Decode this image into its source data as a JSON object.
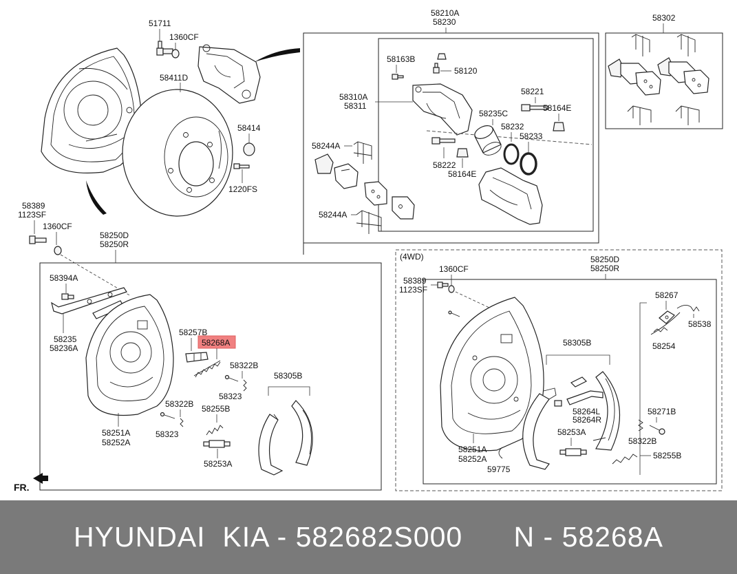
{
  "labels": {
    "p51711": "51711",
    "p1360cf_top": "1360CF",
    "p58411d": "58411D",
    "p58414": "58414",
    "p1220fs": "1220FS",
    "p58389_left": "58389",
    "p1123sf_left": "1123SF",
    "p1360cf_left": "1360CF",
    "p58250d_left": "58250D",
    "p58250r_left": "58250R",
    "p58394a": "58394A",
    "p58235": "58235",
    "p58236a": "58236A",
    "p58257b": "58257B",
    "p58268a": "58268A",
    "p58322b_a": "58322B",
    "p58323_a": "58323",
    "p58305b_left": "58305B",
    "p58322b_b": "58322B",
    "p58323_b": "58323",
    "p58255b_left": "58255B",
    "p58251a_left": "58251A",
    "p58252a_left": "58252A",
    "p58253a_left": "58253A",
    "p58210a": "58210A",
    "p58230": "58230",
    "p58163b": "58163B",
    "p58120": "58120",
    "p58310a": "58310A",
    "p58311": "58311",
    "p58221": "58221",
    "p58164e_a": "58164E",
    "p58235c": "58235C",
    "p58232": "58232",
    "p58233": "58233",
    "p58244a_a": "58244A",
    "p58222": "58222",
    "p58164e_b": "58164E",
    "p58244a_b": "58244A",
    "p58302": "58302",
    "p4wd": "(4WD)",
    "p58250d_right": "58250D",
    "p58250r_right": "58250R",
    "p1360cf_right": "1360CF",
    "p58389_right": "58389",
    "p1123sf_right": "1123SF",
    "p58267": "58267",
    "p58538": "58538",
    "p58254": "58254",
    "p58305b_right": "58305B",
    "p58264l": "58264L",
    "p58264r": "58264R",
    "p58271b": "58271B",
    "p58253a_right": "58253A",
    "p58322b_right": "58322B",
    "p58251a_right": "58251A",
    "p58252a_right": "58252A",
    "p59775": "59775",
    "p58255b_right": "58255B",
    "fr": "FR."
  },
  "highlight_color": "#f08080",
  "footer": {
    "text": "HYUNDAI  KIA - 582682S000      N - 58268A"
  }
}
